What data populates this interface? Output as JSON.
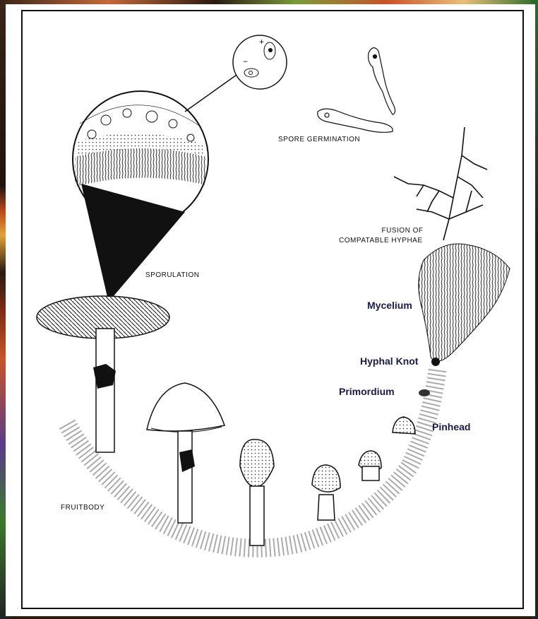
{
  "labels": {
    "spore_germination": "SPORE GERMINATION",
    "fusion_line1": "FUSION OF",
    "fusion_line2": "COMPATABLE HYPHAE",
    "mycelium": "Mycelium",
    "hyphal_knot": "Hyphal Knot",
    "primordium": "Primordium",
    "pinhead": "Pinhead",
    "sporulation": "SPORULATION",
    "fruitbody": "FRUITBODY",
    "plus_sign": "+",
    "minus_sign": "−"
  },
  "colors": {
    "stage_label": "#1a1a4a",
    "ink": "#111111",
    "paper": "#ffffff"
  }
}
